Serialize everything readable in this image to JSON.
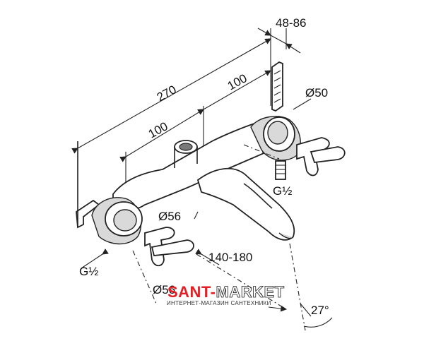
{
  "dimensions": {
    "d_48_86": "48-86",
    "d_270": "270",
    "d_100_right": "100",
    "d_100_left": "100",
    "d_50": "Ø50",
    "d_g12_right": "G½",
    "d_56": "Ø56",
    "d_140_180": "140-180",
    "d_g12_left": "G½",
    "d_56_bottom": "Ø56",
    "d_27": "27°"
  },
  "watermark": {
    "brand_a": "SANT-",
    "brand_b": "MARKET",
    "subtitle": "ИНТЕРНЕТ-МАГАЗИН САНТЕХНИКИ"
  }
}
